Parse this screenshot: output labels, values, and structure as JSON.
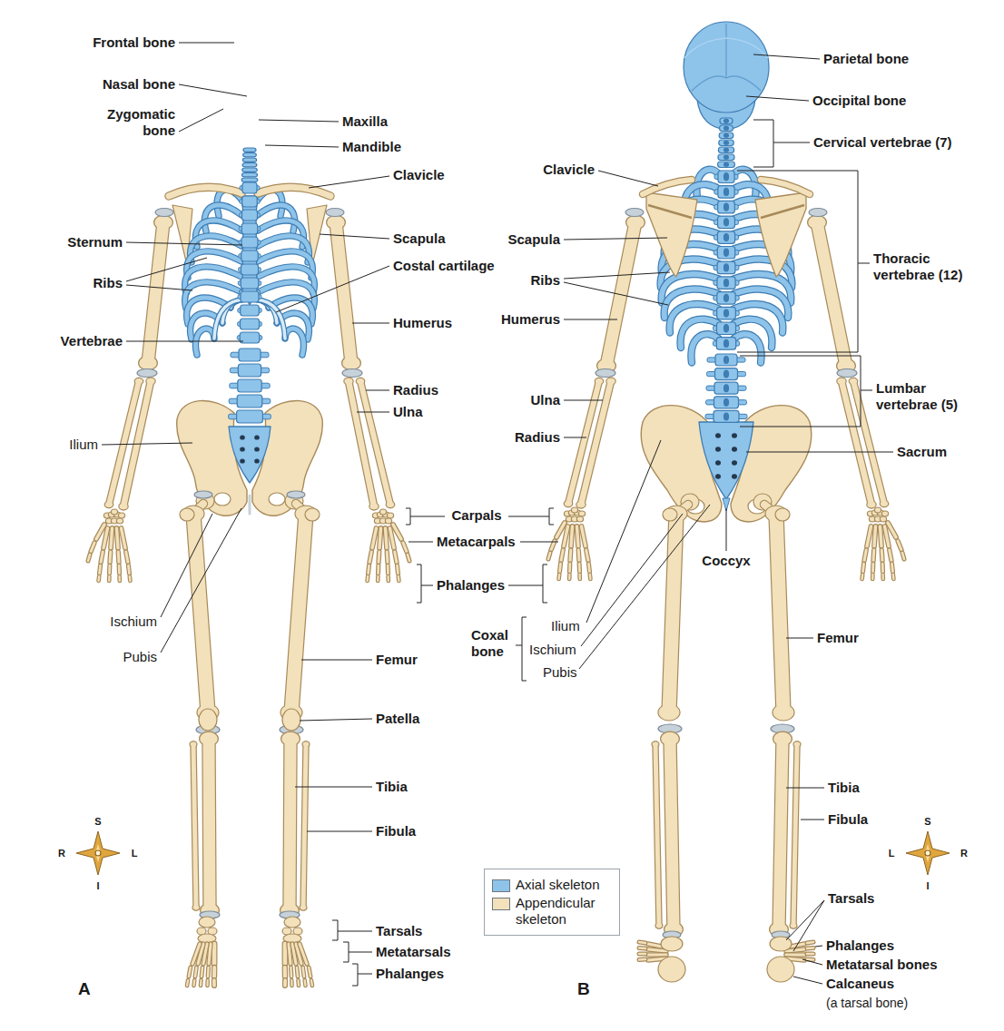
{
  "diagram": {
    "labels": [
      "Frontal bone",
      "Nasal bone",
      "Zygomatic bone",
      "Maxilla",
      "Mandible",
      "Clavicle",
      "Sternum",
      "Ribs",
      "Vertebrae",
      "Ilium",
      "Ischium",
      "Pubis",
      "Scapula",
      "Costal cartilage",
      "Humerus",
      "Radius",
      "Ulna",
      "Carpals",
      "Metacarpals",
      "Phalanges",
      "Femur",
      "Patella",
      "Tibia",
      "Fibula",
      "S",
      "R",
      "L",
      "I",
      "Tarsals",
      "Metatarsals",
      "Phalanges",
      "A",
      "Parietal bone",
      "Occipital bone",
      "Cervical vertebrae (7)",
      "Clavicle",
      "Scapula",
      "Ribs",
      "Humerus",
      "Ulna",
      "Radius",
      "Thoracic vertebrae (12)",
      "Lumbar vertebrae (5)",
      "Sacrum",
      "Coccyx",
      "Coxal bone",
      "Ilium",
      "Ischium",
      "Pubis",
      "Femur",
      "Tibia",
      "Fibula",
      "S",
      "L",
      "R",
      "I",
      "Tarsals",
      "Phalanges",
      "Metatarsal bones",
      "Calcaneus",
      "(a tarsal bone)",
      "B"
    ],
    "legend": [
      {
        "text": "Axial skeleton",
        "color": "#8ec3ea"
      },
      {
        "text": "Appendicular skeleton",
        "color": "#f2e1bb"
      }
    ]
  }
}
